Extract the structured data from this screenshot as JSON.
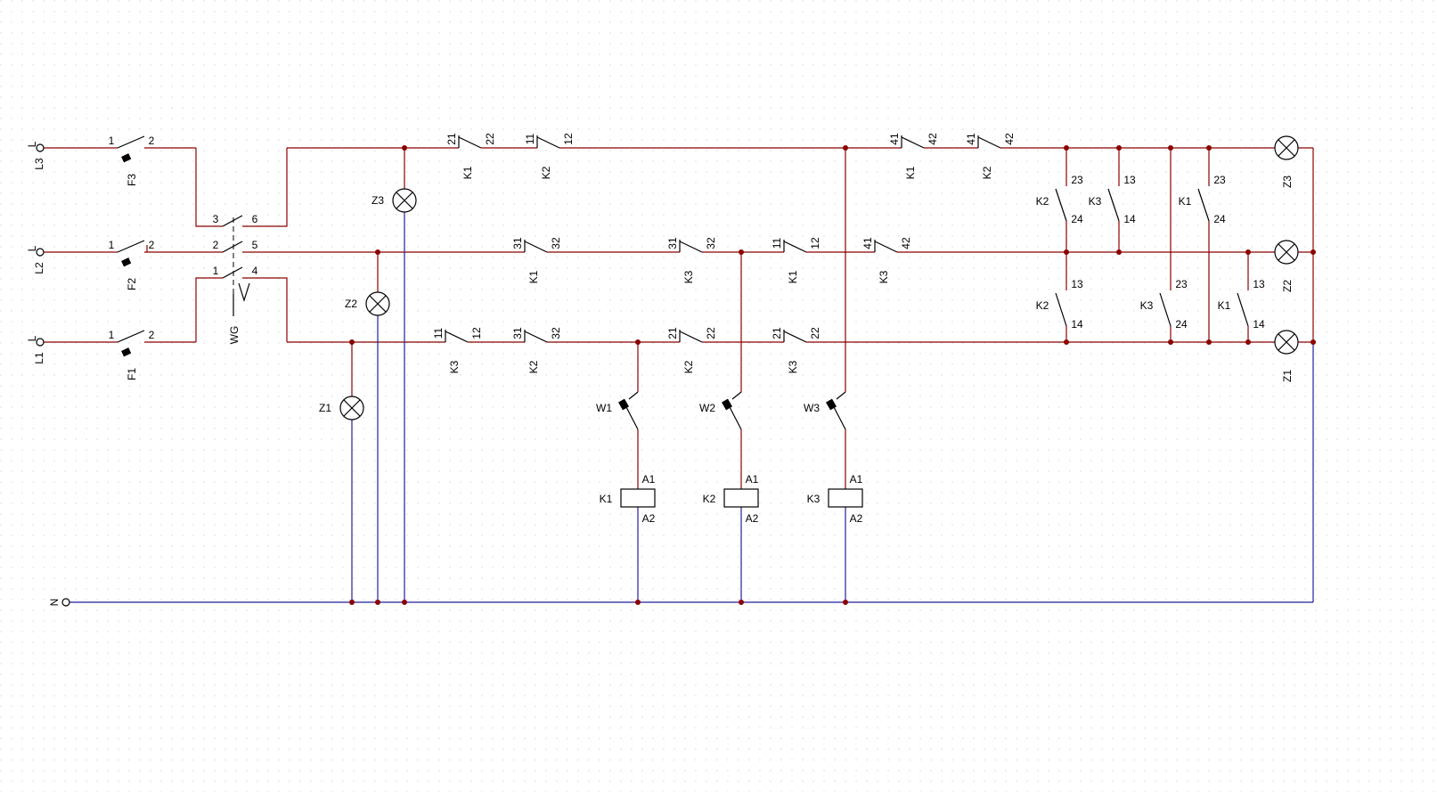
{
  "colors": {
    "wire": "#8b0000",
    "neutral": "#1f1fa0",
    "ink": "#000000",
    "dot": "#8b0000",
    "grid": "#d6d6d6"
  },
  "terminals": [
    {
      "id": "L3",
      "label": "L3",
      "sub": "L"
    },
    {
      "id": "L2",
      "label": "L2",
      "sub": "L"
    },
    {
      "id": "L1",
      "label": "L1",
      "sub": "L"
    },
    {
      "id": "N",
      "label": "N",
      "sub": ""
    }
  ],
  "fuses": [
    {
      "id": "F3",
      "label": "F3",
      "pin1": "1",
      "pin2": "2"
    },
    {
      "id": "F2",
      "label": "F2",
      "pin1": "1",
      "pin2": "2"
    },
    {
      "id": "F1",
      "label": "F1",
      "pin1": "1",
      "pin2": "2"
    }
  ],
  "main_switch": {
    "label": "WG",
    "pins": [
      "3",
      "6",
      "2",
      "5",
      "1",
      "4"
    ]
  },
  "lamps": [
    {
      "id": "Z3a",
      "label": "Z3"
    },
    {
      "id": "Z2a",
      "label": "Z2"
    },
    {
      "id": "Z1a",
      "label": "Z1"
    },
    {
      "id": "Z3b",
      "label": "Z3"
    },
    {
      "id": "Z2b",
      "label": "Z2"
    },
    {
      "id": "Z1b",
      "label": "Z1"
    }
  ],
  "nc_contacts": [
    {
      "id": "c1",
      "a": "21",
      "b": "22",
      "name": "K1"
    },
    {
      "id": "c2",
      "a": "11",
      "b": "12",
      "name": "K2"
    },
    {
      "id": "c3",
      "a": "41",
      "b": "42",
      "name": "K1"
    },
    {
      "id": "c4",
      "a": "41",
      "b": "42",
      "name": "K2"
    },
    {
      "id": "c5",
      "a": "31",
      "b": "32",
      "name": "K1"
    },
    {
      "id": "c6",
      "a": "31",
      "b": "32",
      "name": "K3"
    },
    {
      "id": "c7",
      "a": "11",
      "b": "12",
      "name": "K1"
    },
    {
      "id": "c8",
      "a": "41",
      "b": "42",
      "name": "K3"
    },
    {
      "id": "c9",
      "a": "11",
      "b": "12",
      "name": "K3"
    },
    {
      "id": "c10",
      "a": "31",
      "b": "32",
      "name": "K2"
    },
    {
      "id": "c11",
      "a": "21",
      "b": "22",
      "name": "K2"
    },
    {
      "id": "c12",
      "a": "21",
      "b": "22",
      "name": "K3"
    }
  ],
  "no_contacts": [
    {
      "id": "n1",
      "a": "23",
      "b": "24",
      "name": "K2"
    },
    {
      "id": "n2",
      "a": "13",
      "b": "14",
      "name": "K3"
    },
    {
      "id": "n3",
      "a": "23",
      "b": "24",
      "name": "K1"
    },
    {
      "id": "n4",
      "a": "13",
      "b": "14",
      "name": "K2"
    },
    {
      "id": "n5",
      "a": "23",
      "b": "24",
      "name": "K3"
    },
    {
      "id": "n6",
      "a": "13",
      "b": "14",
      "name": "K1"
    }
  ],
  "push_switches": [
    {
      "id": "W1",
      "label": "W1"
    },
    {
      "id": "W2",
      "label": "W2"
    },
    {
      "id": "W3",
      "label": "W3"
    }
  ],
  "coils": [
    {
      "id": "K1",
      "label": "K1",
      "a1": "A1",
      "a2": "A2"
    },
    {
      "id": "K2",
      "label": "K2",
      "a1": "A1",
      "a2": "A2"
    },
    {
      "id": "K3",
      "label": "K3",
      "a1": "A1",
      "a2": "A2"
    }
  ]
}
